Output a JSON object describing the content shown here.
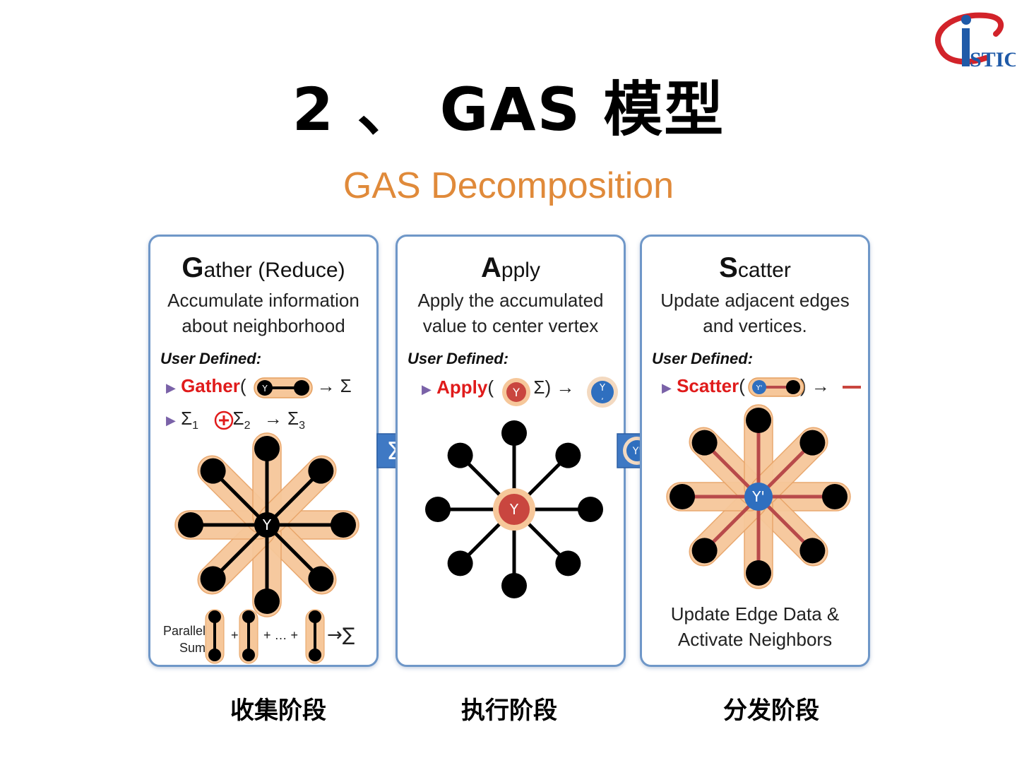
{
  "slide": {
    "title": "2 、 GAS 模型",
    "subtitle": "GAS Decomposition"
  },
  "logo": {
    "text": "STIC"
  },
  "panels": {
    "gather": {
      "title_initial": "G",
      "title_rest": "ather (Reduce)",
      "desc_line1": "Accumulate information",
      "desc_line2": "about neighborhood",
      "user_defined": "User Defined:",
      "fn_name": "Gather",
      "arrow_result": "→ Σ",
      "sum_line_a": "Σ",
      "sum_line_b": "Σ",
      "sum_line_c": "Σ",
      "sub1": "1",
      "sub2": "2",
      "sub3": "3",
      "parallel_line1": "Parallel",
      "parallel_line2": "Sum",
      "center_label": "Y"
    },
    "apply": {
      "title_initial": "A",
      "title_rest": "pply",
      "desc_line1": "Apply the accumulated",
      "desc_line2": "value to center vertex",
      "user_defined": "User Defined:",
      "fn_name": "Apply",
      "arg_sep": ", Σ) →",
      "center_label": "Y"
    },
    "scatter": {
      "title_initial": "S",
      "title_rest": "catter",
      "desc_line1": "Update adjacent edges",
      "desc_line2": "and vertices.",
      "user_defined": "User Defined:",
      "fn_name": "Scatter",
      "footer_line1": "Update Edge Data &",
      "footer_line2": "Activate Neighbors",
      "center_label": "Y'"
    }
  },
  "connectors": {
    "sigma": "Σ",
    "y_prime": "Y'"
  },
  "stages": {
    "gather": "收集阶段",
    "apply": "执行阶段",
    "scatter": "分发阶段"
  },
  "colors": {
    "orange_highlight": "#f6c79a",
    "panel_border": "#6f97c8",
    "arrow_blue": "#3f79c4",
    "vertex_red": "#c9463f",
    "vertex_blue": "#2f6fbf",
    "edge_red": "#b84a4a",
    "function_red": "#e01b1b"
  }
}
